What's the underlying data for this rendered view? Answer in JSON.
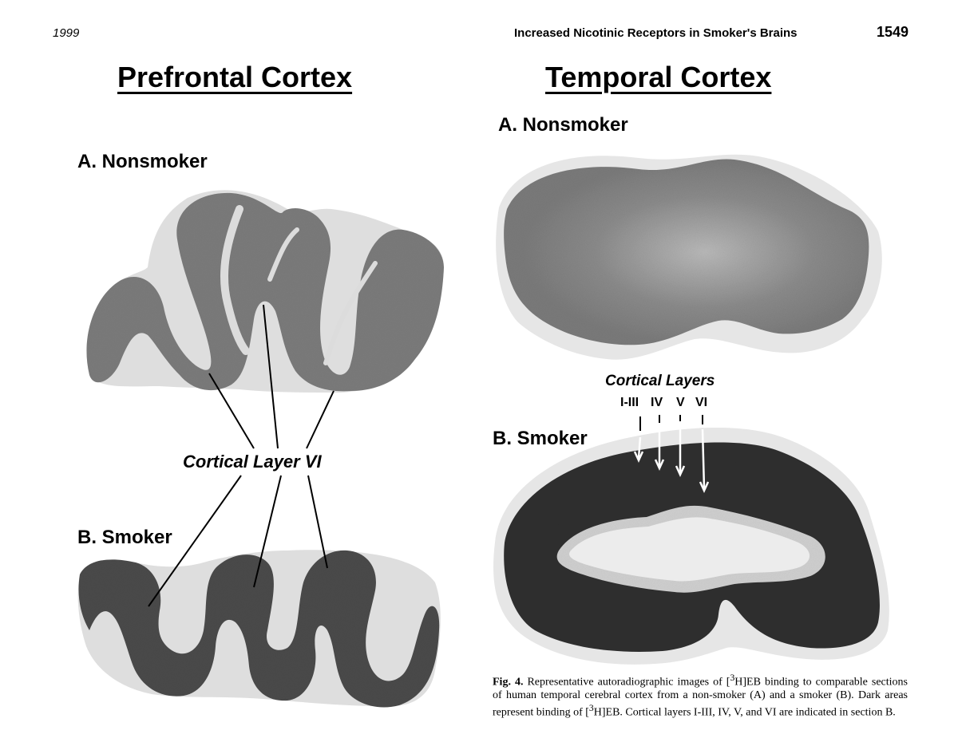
{
  "header": {
    "year": "1999",
    "running_title": "Increased Nicotinic Receptors in Smoker's Brains",
    "page_number": "1549"
  },
  "prefrontal": {
    "title": "Prefrontal Cortex",
    "label_a": "A. Nonsmoker",
    "label_b": "B. Smoker",
    "annotation": "Cortical Layer VI"
  },
  "temporal": {
    "title": "Temporal Cortex",
    "label_a": "A. Nonsmoker",
    "label_b": "B. Smoker",
    "annotation": "Cortical Layers",
    "layers": [
      "I-III",
      "IV",
      "V",
      "VI"
    ]
  },
  "caption": {
    "fig_label": "Fig. 4.",
    "text_1": " Representative autoradiographic images of [",
    "superscript": "3",
    "text_2": "H]EB binding to comparable sections of human temporal cerebral cortex from a non-smoker (A) and a smoker (B). Dark areas represent binding of [",
    "superscript_2": "3",
    "text_3": "H]EB. Cortical layers I-III, IV, V, and VI are indicated in section B."
  },
  "colors": {
    "nonsmoker_tissue": "#7d7d7d",
    "smoker_tissue": "#2e2e2e",
    "white_matter": "#d9d9d9",
    "background_halo": "#ececec"
  }
}
